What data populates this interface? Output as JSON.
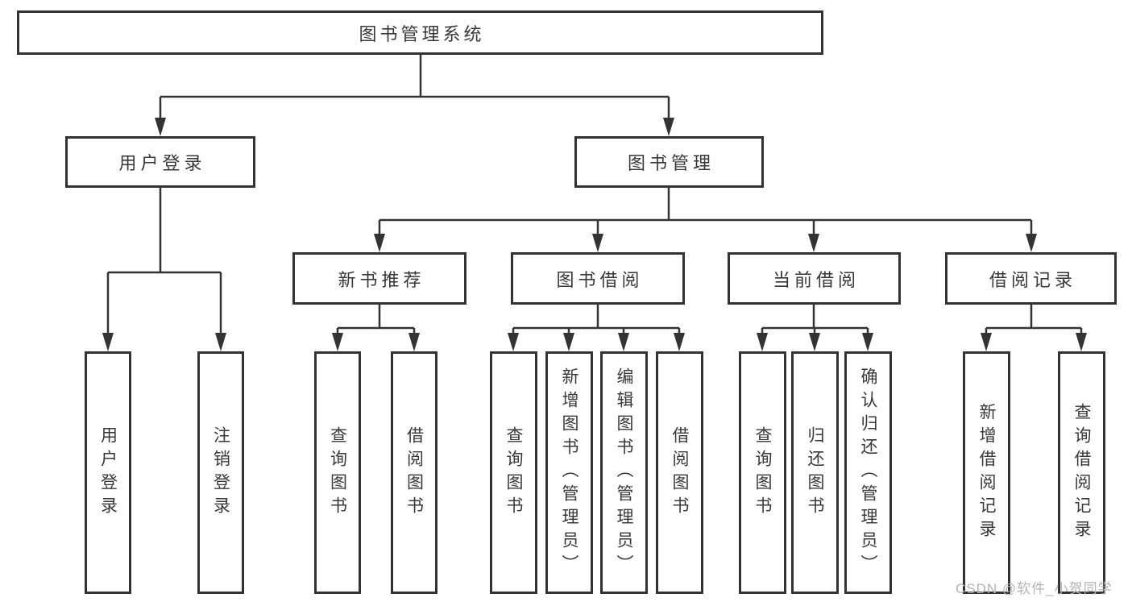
{
  "tree": {
    "label": "图书管理系统",
    "children": [
      {
        "label": "用户登录",
        "children": [
          {
            "label": "用户登录"
          },
          {
            "label": "注销登录"
          }
        ]
      },
      {
        "label": "图书管理",
        "children": [
          {
            "label": "新书推荐",
            "children": [
              {
                "label": "查询图书"
              },
              {
                "label": "借阅图书"
              }
            ]
          },
          {
            "label": "图书借阅",
            "children": [
              {
                "label": "查询图书"
              },
              {
                "label": "新增图书（管理员）"
              },
              {
                "label": "编辑图书（管理员）"
              },
              {
                "label": "借阅图书"
              }
            ]
          },
          {
            "label": "当前借阅",
            "children": [
              {
                "label": "查询图书"
              },
              {
                "label": "归还图书"
              },
              {
                "label": "确认归还（管理员）"
              }
            ]
          },
          {
            "label": "借阅记录",
            "children": [
              {
                "label": "新增借阅记录"
              },
              {
                "label": "查询借阅记录"
              }
            ]
          }
        ]
      }
    ]
  },
  "watermark": {
    "text": "CSDN @软件_小贺同学"
  },
  "colors": {
    "line": "#333333",
    "box_border": "#333333",
    "text": "#383838",
    "background": "#ffffff",
    "watermark": "#b3b3b3"
  }
}
